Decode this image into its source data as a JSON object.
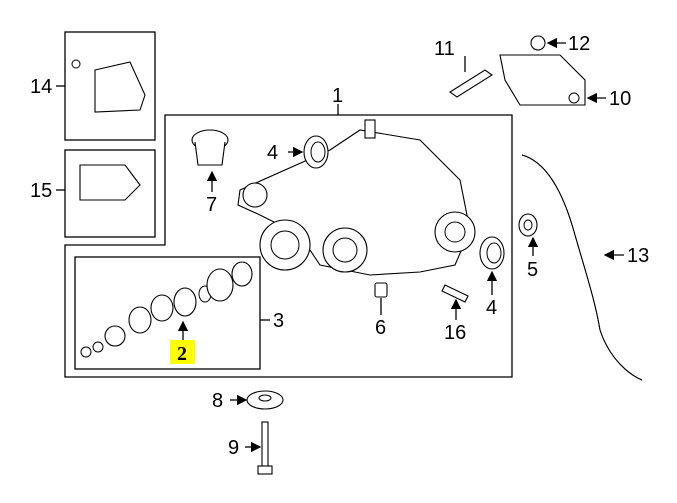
{
  "diagram": {
    "highlight_color": "#ffff00",
    "callouts": {
      "c1": "1",
      "c2": "2",
      "c3": "3",
      "c4a": "4",
      "c4b": "4",
      "c5": "5",
      "c6": "6",
      "c7": "7",
      "c8": "8",
      "c9": "9",
      "c10": "10",
      "c11": "11",
      "c12": "12",
      "c13": "13",
      "c14": "14",
      "c15": "15",
      "c16": "16"
    }
  }
}
